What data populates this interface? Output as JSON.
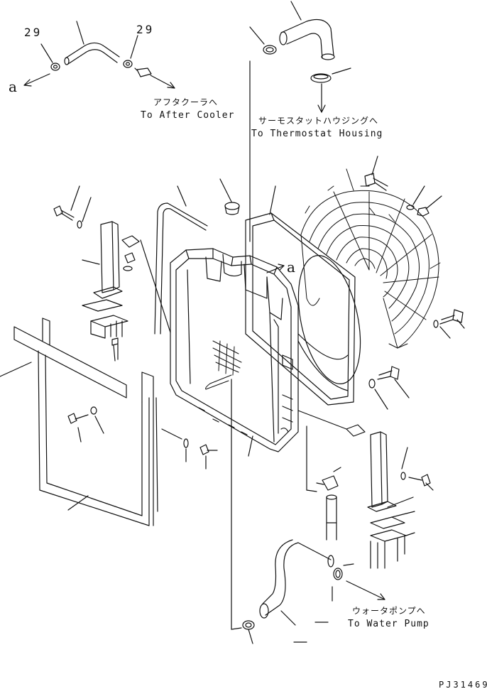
{
  "callouts": {
    "left_29": "29",
    "right_29": "29",
    "ref_a_left": "a",
    "ref_a_right": "a"
  },
  "destinations": {
    "after_cooler_jp": "アフタクーラへ",
    "after_cooler_en": "To After Cooler",
    "thermostat_jp": "サーモスタットハウジングへ",
    "thermostat_en": "To Thermostat Housing",
    "water_pump_jp": "ウォータポンプへ",
    "water_pump_en": "To Water Pump"
  },
  "drawing_code": "PJ31469",
  "line_color": "#111111"
}
